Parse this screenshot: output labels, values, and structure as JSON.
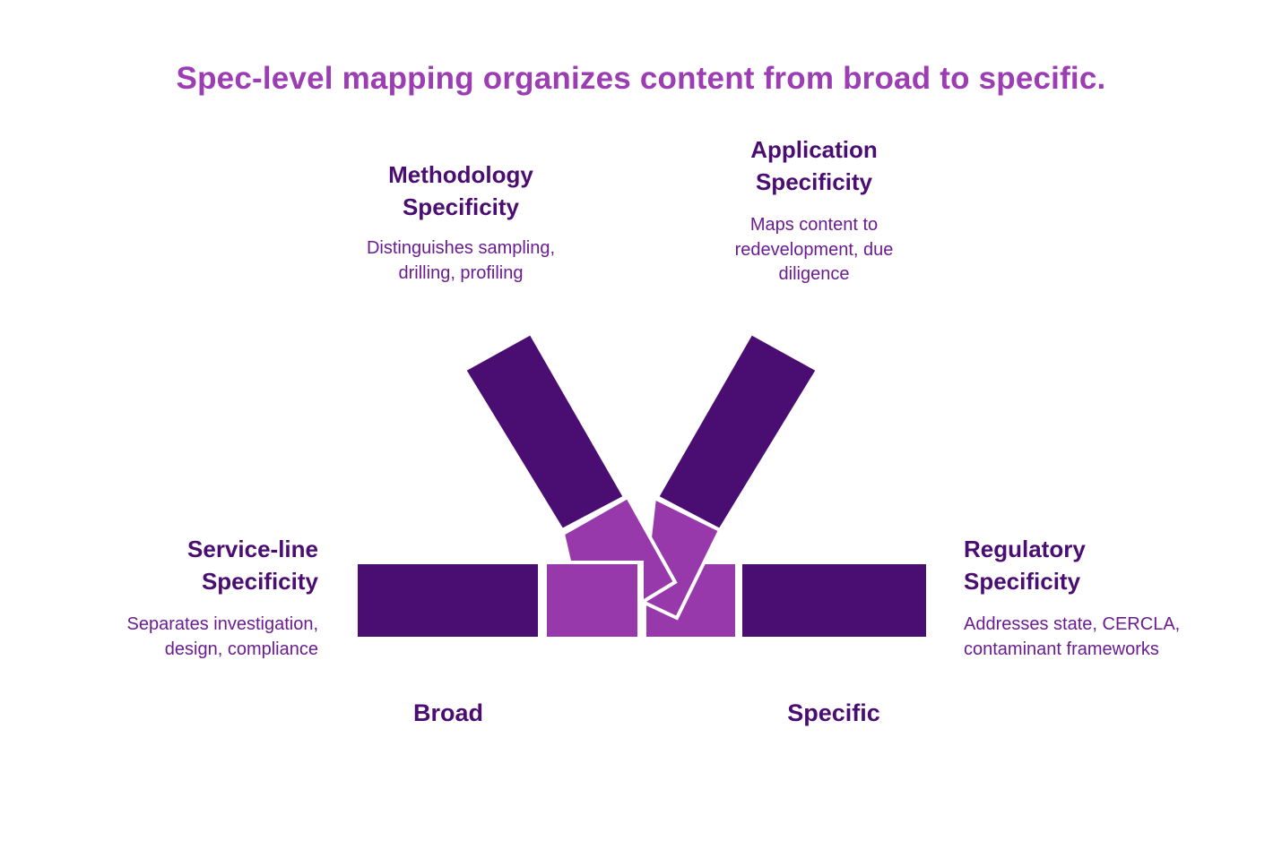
{
  "title": "Spec-level mapping organizes content from broad to specific.",
  "colors": {
    "background": "#FFFFFF",
    "title_text": "#9C3DB3",
    "heading_text": "#4A0D72",
    "body_text": "#6B1C92",
    "ribbon_dark": "#4A0D72",
    "ribbon_light": "#9739AB",
    "gap_white": "#FFFFFF"
  },
  "quadrants": {
    "methodology": {
      "heading_lines": [
        "Methodology",
        "Specificity"
      ],
      "body_lines": [
        "Distinguishes sampling,",
        "drilling, profiling"
      ]
    },
    "application": {
      "heading_lines": [
        "Application",
        "Specificity"
      ],
      "body_lines": [
        "Maps content to",
        "redevelopment, due",
        "diligence"
      ]
    },
    "service_line": {
      "heading_lines": [
        "Service-line",
        "Specificity"
      ],
      "body_lines": [
        "Separates investigation,",
        "design, compliance"
      ]
    },
    "regulatory": {
      "heading_lines": [
        "Regulatory",
        "Specificity"
      ],
      "body_lines": [
        "Addresses state, CERCLA,",
        "contaminant frameworks"
      ]
    }
  },
  "axis_labels": {
    "left": "Broad",
    "right": "Specific"
  }
}
